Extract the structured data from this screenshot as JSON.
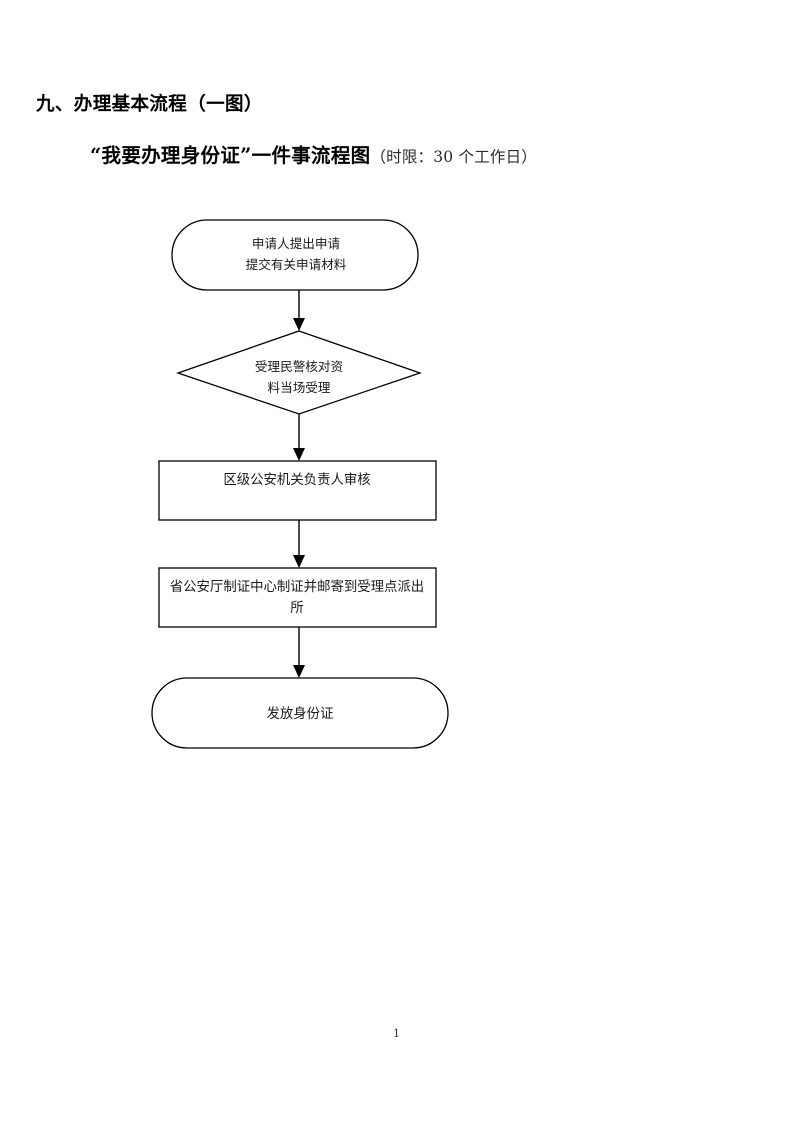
{
  "document": {
    "section_heading": "九、办理基本流程（一图）",
    "title_main": "“我要办理身份证”一件事流程图",
    "title_note": "（时限：30 个工作日）",
    "page_number": "1"
  },
  "chart_data": {
    "type": "diagram",
    "title": "“我要办理身份证”一件事流程图",
    "subtitle": "（时限：30 个工作日）",
    "orientation": "top-to-bottom",
    "nodes": [
      {
        "id": "n1",
        "shape": "stadium",
        "lines": [
          "申请人提出申请",
          "提交有关申请材料"
        ],
        "text": "申请人提出申请提交有关申请材料"
      },
      {
        "id": "n2",
        "shape": "diamond",
        "lines": [
          "受理民警核对资",
          "料当场受理"
        ],
        "text": "受理民警核对资料当场受理"
      },
      {
        "id": "n3",
        "shape": "rectangle",
        "lines": [
          "区级公安机关负责人审核"
        ],
        "text": "区级公安机关负责人审核"
      },
      {
        "id": "n4",
        "shape": "rectangle",
        "lines": [
          "省公安厅制证中心制证并邮寄到受理点派出",
          "所"
        ],
        "text": "省公安厅制证中心制证并邮寄到受理点派出所"
      },
      {
        "id": "n5",
        "shape": "stadium",
        "lines": [
          "发放身份证"
        ],
        "text": "发放身份证"
      }
    ],
    "edges": [
      {
        "from": "n1",
        "to": "n2",
        "label": "",
        "arrow": "down"
      },
      {
        "from": "n2",
        "to": "n3",
        "label": "",
        "arrow": "down"
      },
      {
        "from": "n3",
        "to": "n4",
        "label": "",
        "arrow": "down"
      },
      {
        "from": "n4",
        "to": "n5",
        "label": "",
        "arrow": "down"
      }
    ],
    "colors": {
      "shape_fill": "#ffffff",
      "shape_stroke": "#000000",
      "text": "#1a1a1a",
      "background": "#ffffff"
    }
  }
}
